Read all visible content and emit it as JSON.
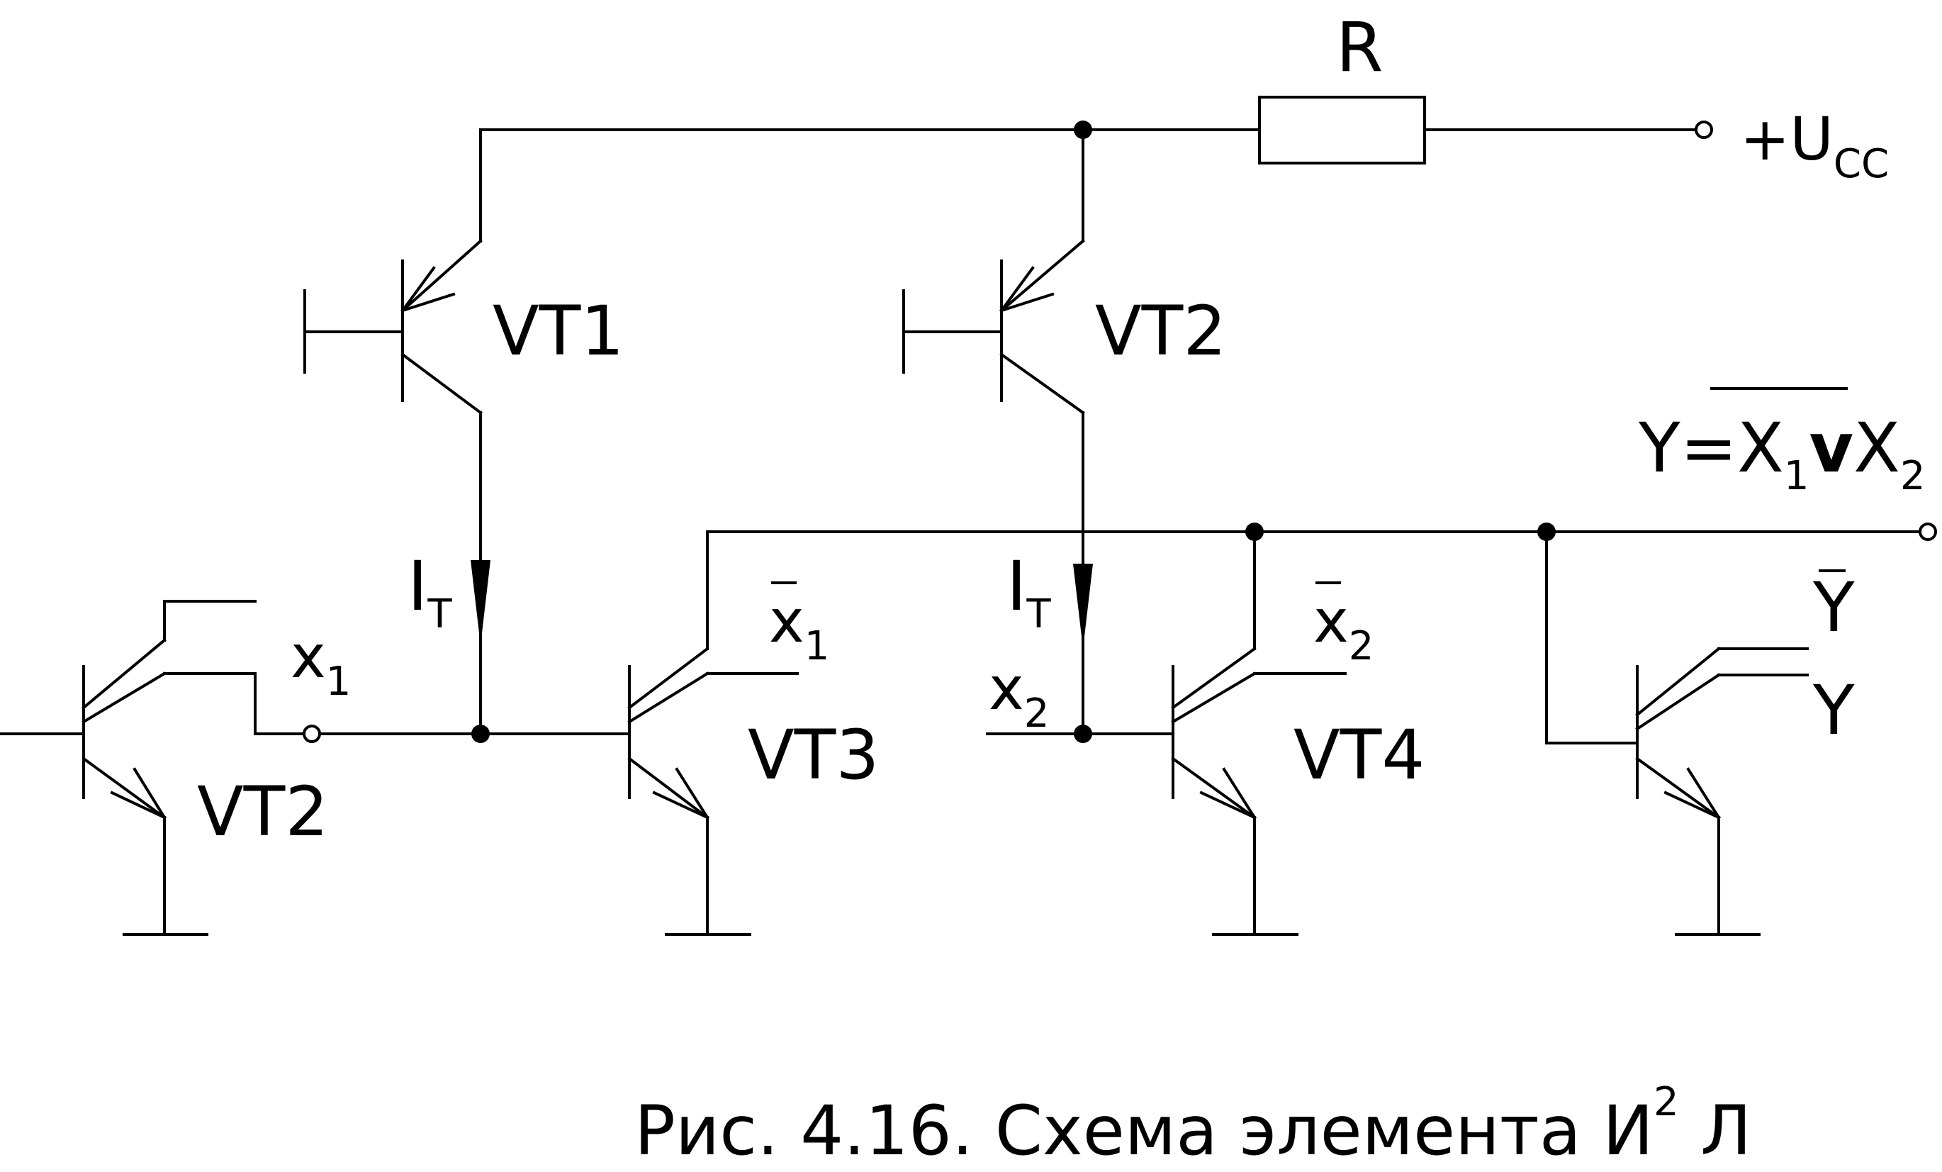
{
  "labels": {
    "r": "R",
    "supply": "+U",
    "supply_sub": "CC",
    "vt1": "VT1",
    "vt2_top": "VT2",
    "vt2_left": "VT2",
    "vt3": "VT3",
    "vt4": "VT4",
    "it_main": "I",
    "it_sub": "T",
    "x1": "x",
    "x1_sub": "1",
    "x2": "x",
    "x2_sub": "2",
    "x1_bar": "x",
    "x1_bar_sub": "1",
    "x2_bar": "x",
    "x2_bar_sub": "2",
    "y_bar": "Y",
    "y": "Y",
    "formula_lhs": "Y=",
    "formula_x": "X",
    "formula_x1_sub": "1",
    "formula_or": "v",
    "formula_x2_sub": "2"
  },
  "caption": {
    "text": "Рис. 4.16. Схема элемента И",
    "sup": "2",
    "suffix": "Л"
  }
}
